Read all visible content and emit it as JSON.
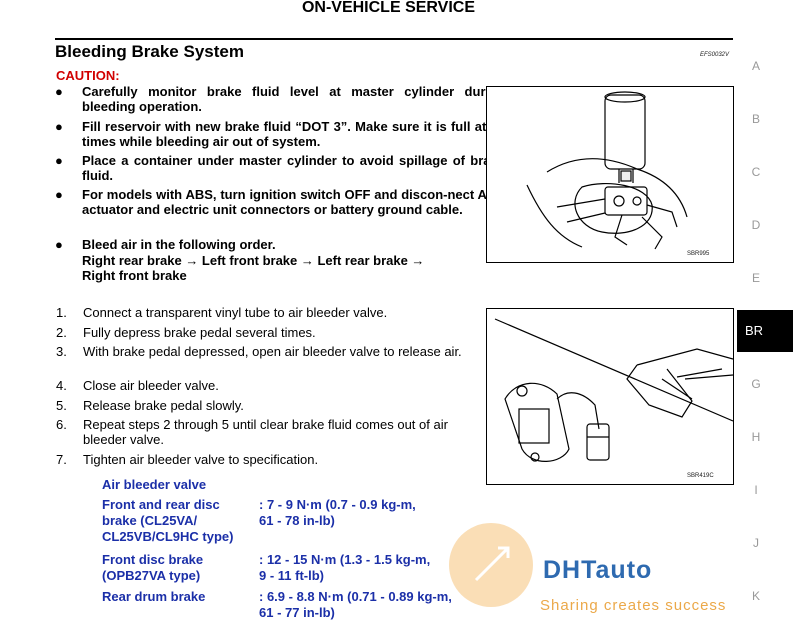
{
  "header": {
    "title": "ON-VEHICLE SERVICE"
  },
  "section": {
    "title": "Bleeding Brake System",
    "code": "EFS0032V"
  },
  "caution": {
    "label": "CAUTION:",
    "items": [
      "Carefully monitor brake fluid level at master cylinder during bleeding operation.",
      "Fill reservoir with new brake fluid “DOT 3”. Make sure it is full at all times while bleeding air out of system.",
      "Place a container under master cylinder to avoid spillage of brake fluid.",
      "For models with ABS, turn ignition switch OFF and discon-nect ABS actuator and electric unit connectors or battery ground cable.",
      "Bleed air in the following order."
    ],
    "order_line1": "Right rear brake → Left front brake → Left rear brake →",
    "order_line2": "Right front brake"
  },
  "steps": [
    {
      "num": "1.",
      "text": "Connect a transparent vinyl tube to air bleeder valve."
    },
    {
      "num": "2.",
      "text": "Fully depress brake pedal several times."
    },
    {
      "num": "3.",
      "text": "With brake pedal depressed, open air bleeder valve to release air."
    },
    {
      "num": "4.",
      "text": "Close air bleeder valve."
    },
    {
      "num": "5.",
      "text": "Release brake pedal slowly."
    },
    {
      "num": "6.",
      "text": "Repeat steps 2 through 5 until clear brake fluid comes out of air bleeder valve."
    },
    {
      "num": "7.",
      "text": "Tighten air bleeder valve to specification."
    }
  ],
  "spec": {
    "heading": "Air bleeder valve",
    "rows": [
      {
        "label_lines": [
          "Front and rear disc",
          "brake (CL25VA/",
          "CL25VB/CL9HC type)"
        ],
        "value_lines": [
          ": 7 - 9 N·m (0.7 - 0.9 kg-m,",
          "61 - 78 in-lb)"
        ]
      },
      {
        "label_lines": [
          "Front disc brake",
          "(OPB27VA type)"
        ],
        "value_lines": [
          ": 12 - 15 N·m (1.3 - 1.5 kg-m,",
          "9 - 11 ft-lb)"
        ]
      },
      {
        "label_lines": [
          "Rear drum brake"
        ],
        "value_lines": [
          ": 6.9 - 8.8 N·m (0.71 - 0.89 kg-m,",
          "61 - 77 in-lb)"
        ]
      }
    ]
  },
  "figures": [
    {
      "code": "SBR995"
    },
    {
      "code": "SBR419C"
    }
  ],
  "side_index": [
    "A",
    "B",
    "C",
    "D",
    "E",
    "BR",
    "G",
    "H",
    "I",
    "J",
    "K"
  ],
  "watermark": {
    "text": "DHTauto",
    "tagline": "Sharing creates success"
  }
}
